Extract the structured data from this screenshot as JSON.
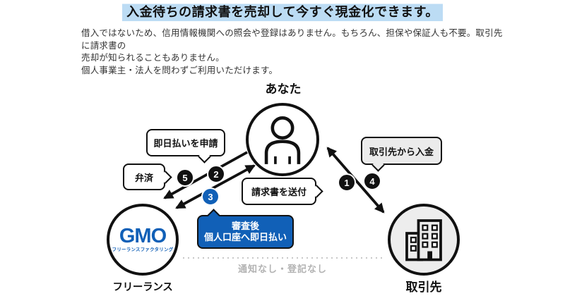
{
  "title": "入金待ちの請求書を売却して今すぐ現金化できます。",
  "intro": {
    "line1": "借入ではないため、信用情報機関への照会や登録はありません。もちろん、担保や保証人も不要。取引先に請求書の",
    "line2": "売却が知られることもありません。",
    "line3": "個人事業主・法人を問わずご利用いただけます。"
  },
  "diagram": {
    "nodes": {
      "you": {
        "label": "あなた"
      },
      "gmo": {
        "label": "フリーランス",
        "logo_text": "GMO",
        "logo_sub": "フリーランスファクタリング"
      },
      "client": {
        "label": "取引先"
      }
    },
    "bubbles": {
      "apply": "即日払いを申請",
      "repay": "弁済",
      "invoice": "請求書を送付",
      "payment": "取引先から入金",
      "deposit_line1": "審査後",
      "deposit_line2": "個人口座へ即日払い"
    },
    "steps": {
      "s1": "1",
      "s2": "2",
      "s3": "3",
      "s4": "4",
      "s5": "5"
    },
    "footnote": "通知なし・登記なし"
  },
  "colors": {
    "accent_blue": "#1160b7",
    "title_highlight": "#bcdcf4",
    "bubble_grey": "#ebebeb",
    "node_grey": "#ededed",
    "footnote_grey": "#b3b3b3"
  }
}
